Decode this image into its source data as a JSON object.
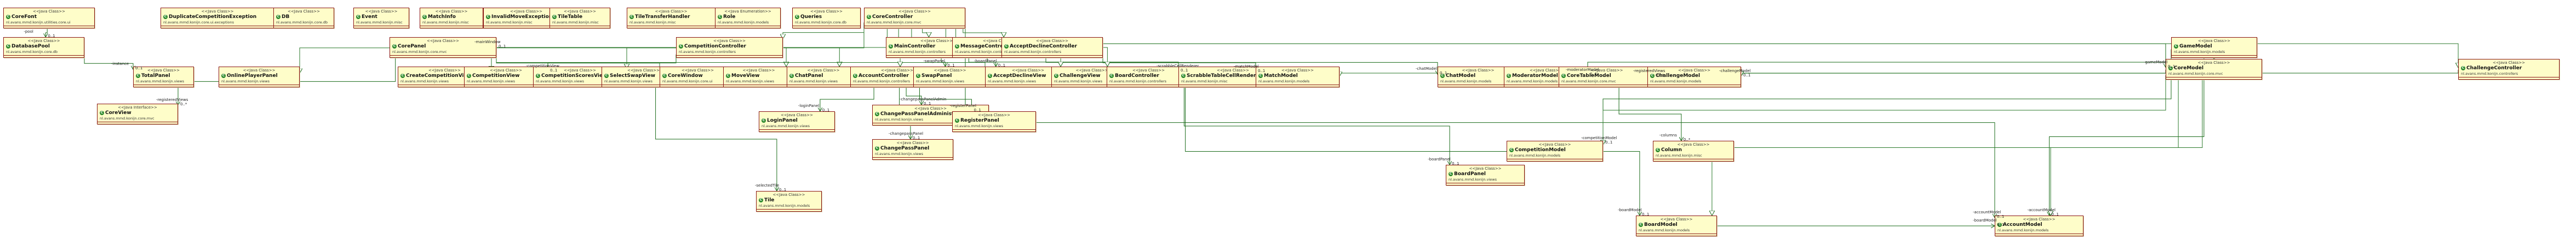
{
  "diagram": {
    "classes": [
      {
        "id": "CoreFont",
        "stereotype": "<<Java Class>>",
        "name": "CoreFont",
        "package": "nl.avans.mmd.konijn.utilities.core.ui"
      },
      {
        "id": "DuplicateCompetitionException",
        "stereotype": "<<Java Class>>",
        "name": "DuplicateCompetitionException",
        "package": "nl.avans.mmd.konijn.core.ui.exceptions"
      },
      {
        "id": "DB",
        "stereotype": "<<Java Class>>",
        "name": "DB",
        "package": "nl.avans.mmd.konijn.core.db"
      },
      {
        "id": "Event",
        "stereotype": "<<Java Class>>",
        "name": "Event",
        "package": "nl.avans.mmd.konijn.misc"
      },
      {
        "id": "MatchInfo",
        "stereotype": "<<Java Class>>",
        "name": "MatchInfo",
        "package": "nl.avans.mmd.konijn.misc"
      },
      {
        "id": "InvalidMoveException",
        "stereotype": "<<Java Class>>",
        "name": "InvalidMoveException",
        "package": "nl.avans.mmd.konijn.misc"
      },
      {
        "id": "TileTable",
        "stereotype": "<<Java Class>>",
        "name": "TileTable",
        "package": "nl.avans.mmd.konijn.misc"
      },
      {
        "id": "TileTransferHandler",
        "stereotype": "<<Java Class>>",
        "name": "TileTransferHandler",
        "package": "nl.avans.mmd.konijn.misc"
      },
      {
        "id": "Role",
        "stereotype": "<<Java Enumeration>>",
        "name": "Role",
        "package": "nl.avans.mmd.konijn.models"
      },
      {
        "id": "Queries",
        "stereotype": "<<Java Class>>",
        "name": "Queries",
        "package": "nl.avans.mmd.konijn.core.db"
      },
      {
        "id": "CoreController",
        "stereotype": "<<Java Class>>",
        "name": "CoreController",
        "package": "nl.avans.mmd.konijn.core.mvc"
      },
      {
        "id": "DatabasePool",
        "stereotype": "<<Java Class>>",
        "name": "DatabasePool",
        "package": "nl.avans.mmd.konijn.core.db"
      },
      {
        "id": "CorePanel",
        "stereotype": "<<Java Class>>",
        "name": "CorePanel",
        "package": "nl.avans.mmd.konijn.core.mvc"
      },
      {
        "id": "CompetitionController",
        "stereotype": "<<Java Class>>",
        "name": "CompetitionController",
        "package": "nl.avans.mmd.konijn.controllers"
      },
      {
        "id": "MainController",
        "stereotype": "<<Java Class>>",
        "name": "MainController",
        "package": "nl.avans.mmd.konijn.controllers"
      },
      {
        "id": "MessageController",
        "stereotype": "<<Java Class>>",
        "name": "MessageController",
        "package": "nl.avans.mmd.konijn.controllers"
      },
      {
        "id": "AcceptDeclineController",
        "stereotype": "<<Java Class>>",
        "name": "AcceptDeclineController",
        "package": "nl.avans.mmd.konijn.controllers"
      },
      {
        "id": "GameModel",
        "stereotype": "<<Java Class>>",
        "name": "GameModel",
        "package": "nl.avans.mmd.konijn.models"
      },
      {
        "id": "CoreModel",
        "stereotype": "<<Java Class>>",
        "name": "CoreModel",
        "package": "nl.avans.mmd.konijn.core.mvc"
      },
      {
        "id": "ChallengeController",
        "stereotype": "<<Java Class>>",
        "name": "ChallengeController",
        "package": "nl.avans.mmd.konijn.controllers"
      },
      {
        "id": "TotalPanel",
        "stereotype": "<<Java Class>>",
        "name": "TotalPanel",
        "package": "nl.avans.mmd.konijn.views"
      },
      {
        "id": "OnlinePlayerPanel",
        "stereotype": "<<Java Class>>",
        "name": "OnlinePlayerPanel",
        "package": "nl.avans.mmd.konijn.views"
      },
      {
        "id": "CreateCompetitionView",
        "stereotype": "<<Java Class>>",
        "name": "CreateCompetitionView",
        "package": "nl.avans.mmd.konijn.views"
      },
      {
        "id": "CompetitionView",
        "stereotype": "<<Java Class>>",
        "name": "CompetitionView",
        "package": "nl.avans.mmd.konijn.views"
      },
      {
        "id": "CompetitionScoresView",
        "stereotype": "<<Java Class>>",
        "name": "CompetitionScoresView",
        "package": "nl.avans.mmd.konijn.views"
      },
      {
        "id": "SelectSwapView",
        "stereotype": "<<Java Class>>",
        "name": "SelectSwapView",
        "package": "nl.avans.mmd.konijn.views"
      },
      {
        "id": "CoreWindow",
        "stereotype": "<<Java Class>>",
        "name": "CoreWindow",
        "package": "nl.avans.mmd.konijn.core.ui"
      },
      {
        "id": "MoveView",
        "stereotype": "<<Java Class>>",
        "name": "MoveView",
        "package": "nl.avans.mmd.konijn.views"
      },
      {
        "id": "ChatPanel",
        "stereotype": "<<Java Class>>",
        "name": "ChatPanel",
        "package": "nl.avans.mmd.konijn.views"
      },
      {
        "id": "AccountController",
        "stereotype": "<<Java Class>>",
        "name": "AccountController",
        "package": "nl.avans.mmd.konijn.controllers"
      },
      {
        "id": "SwapPanel",
        "stereotype": "<<Java Class>>",
        "name": "SwapPanel",
        "package": "nl.avans.mmd.konijn.views"
      },
      {
        "id": "AcceptDeclineView",
        "stereotype": "<<Java Class>>",
        "name": "AcceptDeclineView",
        "package": "nl.avans.mmd.konijn.views"
      },
      {
        "id": "ChallengeView",
        "stereotype": "<<Java Class>>",
        "name": "ChallengeView",
        "package": "nl.avans.mmd.konijn.views"
      },
      {
        "id": "BoardController",
        "stereotype": "<<Java Class>>",
        "name": "BoardController",
        "package": "nl.avans.mmd.konijn.controllers"
      },
      {
        "id": "ScrabbleTableCellRenderer",
        "stereotype": "<<Java Class>>",
        "name": "ScrabbleTableCellRenderer",
        "package": "nl.avans.mmd.konijn.misc"
      },
      {
        "id": "MatchModel",
        "stereotype": "<<Java Class>>",
        "name": "MatchModel",
        "package": "nl.avans.mmd.konijn.models"
      },
      {
        "id": "ChatModel",
        "stereotype": "<<Java Class>>",
        "name": "ChatModel",
        "package": "nl.avans.mmd.konijn.models"
      },
      {
        "id": "ModeratorModel",
        "stereotype": "<<Java Class>>",
        "name": "ModeratorModel",
        "package": "nl.avans.mmd.konijn.models"
      },
      {
        "id": "CoreTableModel",
        "stereotype": "<<Java Class>>",
        "name": "CoreTableModel",
        "package": "nl.avans.mmd.konijn.core.mvc"
      },
      {
        "id": "ChallengeModel",
        "stereotype": "<<Java Class>>",
        "name": "ChallengeModel",
        "package": "nl.avans.mmd.konijn.models"
      },
      {
        "id": "CoreView",
        "stereotype": "<<Java Interface>>",
        "name": "CoreView",
        "package": "nl.avans.mmd.konijn.core.mvc"
      },
      {
        "id": "ChangePassPanelAdministrator",
        "stereotype": "<<Java Class>>",
        "name": "ChangePassPanelAdministrator",
        "package": "nl.avans.mmd.konijn.views"
      },
      {
        "id": "LoginPanel",
        "stereotype": "<<Java Class>>",
        "name": "LoginPanel",
        "package": "nl.avans.mmd.konijn.views"
      },
      {
        "id": "RegisterPanel",
        "stereotype": "<<Java Class>>",
        "name": "RegisterPanel",
        "package": "nl.avans.mmd.konijn.views"
      },
      {
        "id": "ChangePassPanel",
        "stereotype": "<<Java Class>>",
        "name": "ChangePassPanel",
        "package": "nl.avans.mmd.konijn.views"
      },
      {
        "id": "CompetitionModel",
        "stereotype": "<<Java Class>>",
        "name": "CompetitionModel",
        "package": "nl.avans.mmd.konijn.models"
      },
      {
        "id": "Column",
        "stereotype": "<<Java Class>>",
        "name": "Column",
        "package": "nl.avans.mmd.konijn.misc"
      },
      {
        "id": "Tile",
        "stereotype": "<<Java Class>>",
        "name": "Tile",
        "package": "nl.avans.mmd.konijn.models"
      },
      {
        "id": "BoardPanel",
        "stereotype": "<<Java Class>>",
        "name": "BoardPanel",
        "package": "nl.avans.mmd.konijn.views"
      },
      {
        "id": "BoardModel",
        "stereotype": "<<Java Class>>",
        "name": "BoardModel",
        "package": "nl.avans.mmd.konijn.models"
      },
      {
        "id": "AccountModel",
        "stereotype": "<<Java Class>>",
        "name": "AccountModel",
        "package": "nl.avans.mmd.konijn.models"
      }
    ],
    "edges": [
      {
        "from": "CoreFont",
        "to": "DatabasePool",
        "kind": "assoc",
        "label": "-pool",
        "mult": "0..1"
      },
      {
        "from": "DatabasePool",
        "to": "TotalPanel",
        "kind": "assoc",
        "label": "-instance",
        "mult": "0..1"
      },
      {
        "from": "CorePanel",
        "to": "CoreView",
        "kind": "assoc",
        "label": "-registeredViews",
        "mult": "0..*"
      },
      {
        "from": "CoreController",
        "to": "CoreModel",
        "kind": "assoc",
        "label": "-gameModel",
        "mult": "0..1"
      },
      {
        "from": "CoreController",
        "to": "AccountModel",
        "kind": "assoc",
        "label": "-accountModel",
        "mult": "0..1"
      },
      {
        "from": "MainController",
        "to": "CorePanel",
        "kind": "assoc",
        "label": "-mainWindow",
        "mult": "0..1"
      },
      {
        "from": "MainController",
        "to": "SwapPanel",
        "kind": "assoc",
        "label": "-swapPanel",
        "mult": "0..1"
      },
      {
        "from": "MainController",
        "to": "AcceptDeclineView",
        "kind": "assoc",
        "label": "-boardPanel",
        "mult": "0..1"
      },
      {
        "from": "AccountController",
        "to": "ChangePassPanelAdministrator",
        "kind": "assoc",
        "label": "-changepassPanelAdmin",
        "mult": "0..1"
      },
      {
        "from": "AccountController",
        "to": "LoginPanel",
        "kind": "assoc",
        "label": "-loginPanel",
        "mult": "0..1"
      },
      {
        "from": "AccountController",
        "to": "ChangePassPanel",
        "kind": "assoc",
        "label": "-changepassPanel",
        "mult": "0..1"
      },
      {
        "from": "AccountController",
        "to": "RegisterPanel",
        "kind": "assoc",
        "label": "-registerPanel",
        "mult": "0..1"
      },
      {
        "from": "BoardController",
        "to": "BoardPanel",
        "kind": "assoc",
        "label": "-boardPanel",
        "mult": "0..1"
      },
      {
        "from": "BoardController",
        "to": "BoardModel",
        "kind": "assoc",
        "label": "-boardModel",
        "mult": "0..1"
      },
      {
        "from": "CoreTableModel",
        "to": "Column",
        "kind": "assoc",
        "label": "-columns",
        "mult": "0..*"
      },
      {
        "from": "ChallengeController",
        "to": "ChallengeModel",
        "kind": "assoc",
        "label": "-challengeModel",
        "mult": "0..1"
      },
      {
        "from": "SelectSwapView",
        "to": "Tile",
        "kind": "assoc",
        "label": "-selectedTile",
        "mult": "0..1"
      },
      {
        "from": "CoreModel",
        "to": "CoreTableModel",
        "kind": "assoc",
        "label": "-registeredViews",
        "mult": "0..*"
      },
      {
        "from": "GameModel",
        "to": "AccountModel",
        "kind": "assoc",
        "label": "-accountModel",
        "mult": "0..1"
      },
      {
        "from": "CompetitionController",
        "to": "CompetitionView",
        "kind": "assoc",
        "label": "-competitionView",
        "mult": "0..1"
      },
      {
        "from": "MessageController",
        "to": "ChatModel",
        "kind": "assoc",
        "label": "-chatModel",
        "mult": "0..1"
      },
      {
        "from": "AcceptDeclineController",
        "to": "MatchModel",
        "kind": "assoc",
        "label": "-matchModel",
        "mult": "0..1"
      },
      {
        "from": "GameModel",
        "to": "ModeratorModel",
        "kind": "assoc",
        "label": "-moderatorModel",
        "mult": "0..1"
      },
      {
        "from": "GameModel",
        "to": "CompetitionModel",
        "kind": "assoc",
        "label": "-competitionModel",
        "mult": "0..1"
      },
      {
        "from": "MainController",
        "to": "ScrabbleTableCellRenderer",
        "kind": "assoc",
        "label": "-scrabbleCellRenderer",
        "mult": "0..1"
      },
      {
        "from": "BoardModel",
        "to": "AccountModel",
        "kind": "assoc",
        "label": "-boardModel",
        "mult": "0..1"
      },
      {
        "from": "CoreController",
        "to": "OnlinePlayerPanel",
        "kind": "gen",
        "label": "",
        "mult": ""
      },
      {
        "from": "CoreController",
        "to": "CreateCompetitionView",
        "kind": "gen",
        "label": "",
        "mult": ""
      },
      {
        "from": "CoreController",
        "to": "CompetitionScoresView",
        "kind": "gen",
        "label": "",
        "mult": ""
      },
      {
        "from": "CoreController",
        "to": "MoveView",
        "kind": "gen",
        "label": "",
        "mult": ""
      },
      {
        "from": "CoreController",
        "to": "ChatPanel",
        "kind": "gen",
        "label": "",
        "mult": ""
      },
      {
        "from": "CoreController",
        "to": "ChallengeView",
        "kind": "gen",
        "label": "",
        "mult": ""
      },
      {
        "from": "CoreModel",
        "to": "GameModel",
        "kind": "gen",
        "label": "",
        "mult": ""
      },
      {
        "from": "CoreModel",
        "to": "MatchModel",
        "kind": "gen",
        "label": "",
        "mult": ""
      },
      {
        "from": "CoreModel",
        "to": "ChatModel",
        "kind": "gen",
        "label": "",
        "mult": ""
      },
      {
        "from": "CoreModel",
        "to": "ModeratorModel",
        "kind": "gen",
        "label": "",
        "mult": ""
      },
      {
        "from": "CoreModel",
        "to": "ChallengeModel",
        "kind": "gen",
        "label": "",
        "mult": ""
      },
      {
        "from": "CoreModel",
        "to": "CompetitionModel",
        "kind": "gen",
        "label": "",
        "mult": ""
      },
      {
        "from": "CoreModel",
        "to": "BoardModel",
        "kind": "gen",
        "label": "",
        "mult": ""
      },
      {
        "from": "CoreModel",
        "to": "AccountModel",
        "kind": "gen",
        "label": "",
        "mult": ""
      },
      {
        "from": "CorePanel",
        "to": "CoreWindow",
        "kind": "gen",
        "label": "",
        "mult": ""
      },
      {
        "from": "CorePanel",
        "to": "AcceptDeclineView",
        "kind": "gen",
        "label": "",
        "mult": ""
      },
      {
        "from": "CoreController",
        "to": "CompetitionController",
        "kind": "gen",
        "label": "",
        "mult": ""
      },
      {
        "from": "CoreController",
        "to": "MainController",
        "kind": "gen",
        "label": "",
        "mult": ""
      },
      {
        "from": "CoreController",
        "to": "AcceptDeclineController",
        "kind": "gen",
        "label": "",
        "mult": ""
      },
      {
        "from": "CoreController",
        "to": "ChallengeController",
        "kind": "gen",
        "label": "",
        "mult": ""
      },
      {
        "from": "CoreController",
        "to": "AccountController",
        "kind": "gen",
        "label": "",
        "mult": ""
      },
      {
        "from": "CoreController",
        "to": "BoardController",
        "kind": "gen",
        "label": "",
        "mult": ""
      }
    ]
  }
}
